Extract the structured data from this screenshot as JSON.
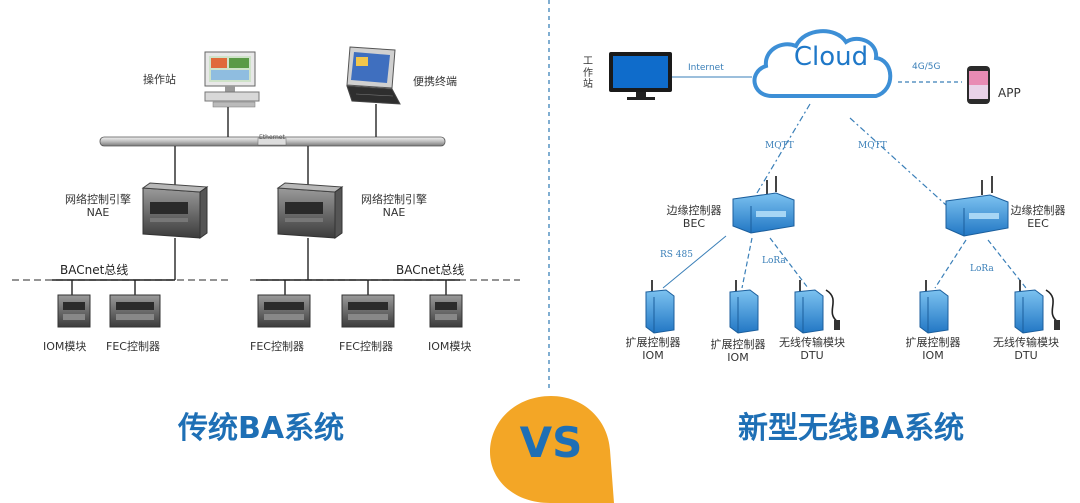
{
  "left": {
    "title": "传统BA系统",
    "operator_station": "操作站",
    "portable_terminal": "便携终端",
    "ethernet": "Ethernet",
    "nae1": {
      "line1": "网络控制引擎",
      "line2": "NAE"
    },
    "nae2": {
      "line1": "网络控制引擎",
      "line2": "NAE"
    },
    "bus1": "BACnet总线",
    "bus2": "BACnet总线",
    "devices": [
      "IOM模块",
      "FEC控制器",
      "FEC控制器",
      "FEC控制器",
      "IOM模块"
    ]
  },
  "vs": "VS",
  "right": {
    "title": "新型无线BA系统",
    "workstation": "工作站",
    "internet": "Internet",
    "cloud": "Cloud",
    "network": "4G/5G",
    "app": "APP",
    "mqtt1": "MQTT",
    "mqtt2": "MQTT",
    "bec": {
      "line1": "边缘控制器",
      "line2": "BEC"
    },
    "eec": {
      "line1": "边缘控制器",
      "line2": "EEC"
    },
    "rs485": "RS 485",
    "lora1": "LoRa",
    "lora2": "LoRa",
    "modules": [
      {
        "line1": "扩展控制器",
        "line2": "IOM"
      },
      {
        "line1": "扩展控制器",
        "line2": "IOM"
      },
      {
        "line1": "无线传输模块",
        "line2": "DTU"
      },
      {
        "line1": "扩展控制器",
        "line2": "IOM"
      },
      {
        "line1": "无线传输模块",
        "line2": "DTU"
      }
    ]
  },
  "colors": {
    "accent": "#1e6fb5",
    "vs_badge": "#f3a626",
    "device_blue": "#2f8fd6"
  }
}
